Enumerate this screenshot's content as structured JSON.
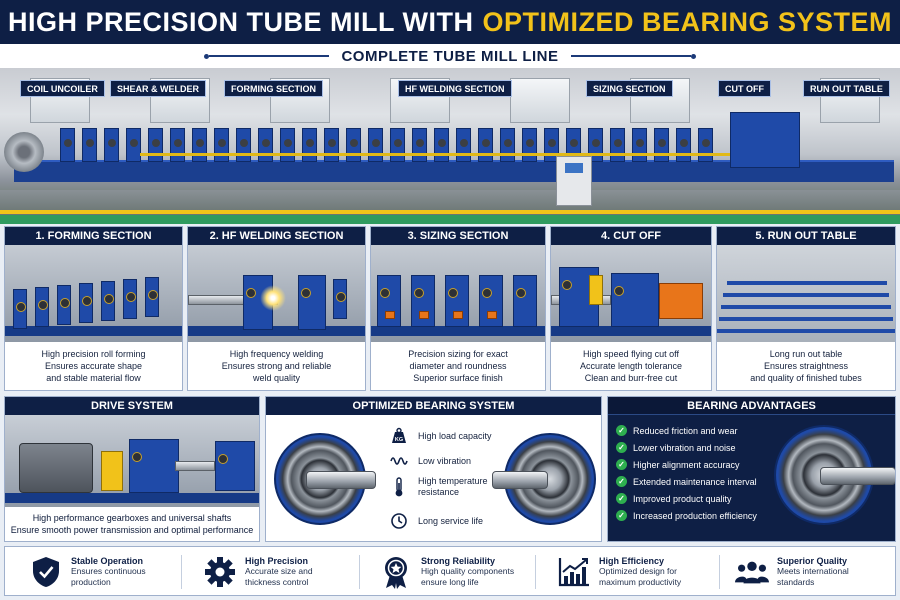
{
  "header": {
    "title_main": "HIGH PRECISION TUBE MILL WITH",
    "title_highlight": "OPTIMIZED BEARING SYSTEM",
    "subtitle": "COMPLETE TUBE MILL LINE"
  },
  "hero_labels": [
    "COIL UNCOILER",
    "SHEAR & WELDER",
    "FORMING SECTION",
    "HF WELDING SECTION",
    "SIZING SECTION",
    "CUT OFF",
    "RUN OUT TABLE"
  ],
  "sections": [
    {
      "title": "1. FORMING SECTION",
      "lines": [
        "High precision roll forming",
        "Ensures accurate shape",
        "and stable material flow"
      ]
    },
    {
      "title": "2. HF WELDING SECTION",
      "lines": [
        "High frequency welding",
        "Ensures strong and reliable",
        "weld quality"
      ]
    },
    {
      "title": "3. SIZING SECTION",
      "lines": [
        "Precision sizing for exact",
        "diameter and roundness",
        "Superior surface finish"
      ]
    },
    {
      "title": "4. CUT OFF",
      "lines": [
        "High speed flying cut off",
        "Accurate length tolerance",
        "Clean and burr-free cut"
      ]
    },
    {
      "title": "5. RUN OUT TABLE",
      "lines": [
        "Long run out table",
        "Ensures straightness",
        "and quality of finished tubes"
      ]
    }
  ],
  "drive": {
    "title": "DRIVE SYSTEM",
    "lines": [
      "High performance gearboxes and universal shafts",
      "Ensure smooth power transmission and optimal performance"
    ]
  },
  "bearing_system": {
    "title": "OPTIMIZED BEARING SYSTEM",
    "kg_label": "KG",
    "features": [
      "High load capacity",
      "Low vibration",
      "High temperature resistance",
      "Long service life"
    ]
  },
  "advantages": {
    "title": "BEARING ADVANTAGES",
    "items": [
      "Reduced friction and wear",
      "Lower vibration and noise",
      "Higher alignment accuracy",
      "Extended maintenance interval",
      "Improved product quality",
      "Increased production efficiency"
    ]
  },
  "footer": [
    {
      "title": "Stable Operation",
      "lines": [
        "Ensures continuous",
        "production"
      ],
      "icon": "shield-check-icon"
    },
    {
      "title": "High Precision",
      "lines": [
        "Accurate size and",
        "thickness control"
      ],
      "icon": "gear-icon"
    },
    {
      "title": "Strong Reliability",
      "lines": [
        "High quality components",
        "ensure long life"
      ],
      "icon": "award-badge-icon"
    },
    {
      "title": "High Efficiency",
      "lines": [
        "Optimized design for",
        "maximum productivity"
      ],
      "icon": "growth-chart-icon"
    },
    {
      "title": "Superior Quality",
      "lines": [
        "Meets international",
        "standards"
      ],
      "icon": "users-group-icon"
    }
  ],
  "colors": {
    "navy": "#0e1f45",
    "accent_yellow": "#f2c21a",
    "machine_blue": "#1f4aa8",
    "check_green": "#2eae4f"
  }
}
